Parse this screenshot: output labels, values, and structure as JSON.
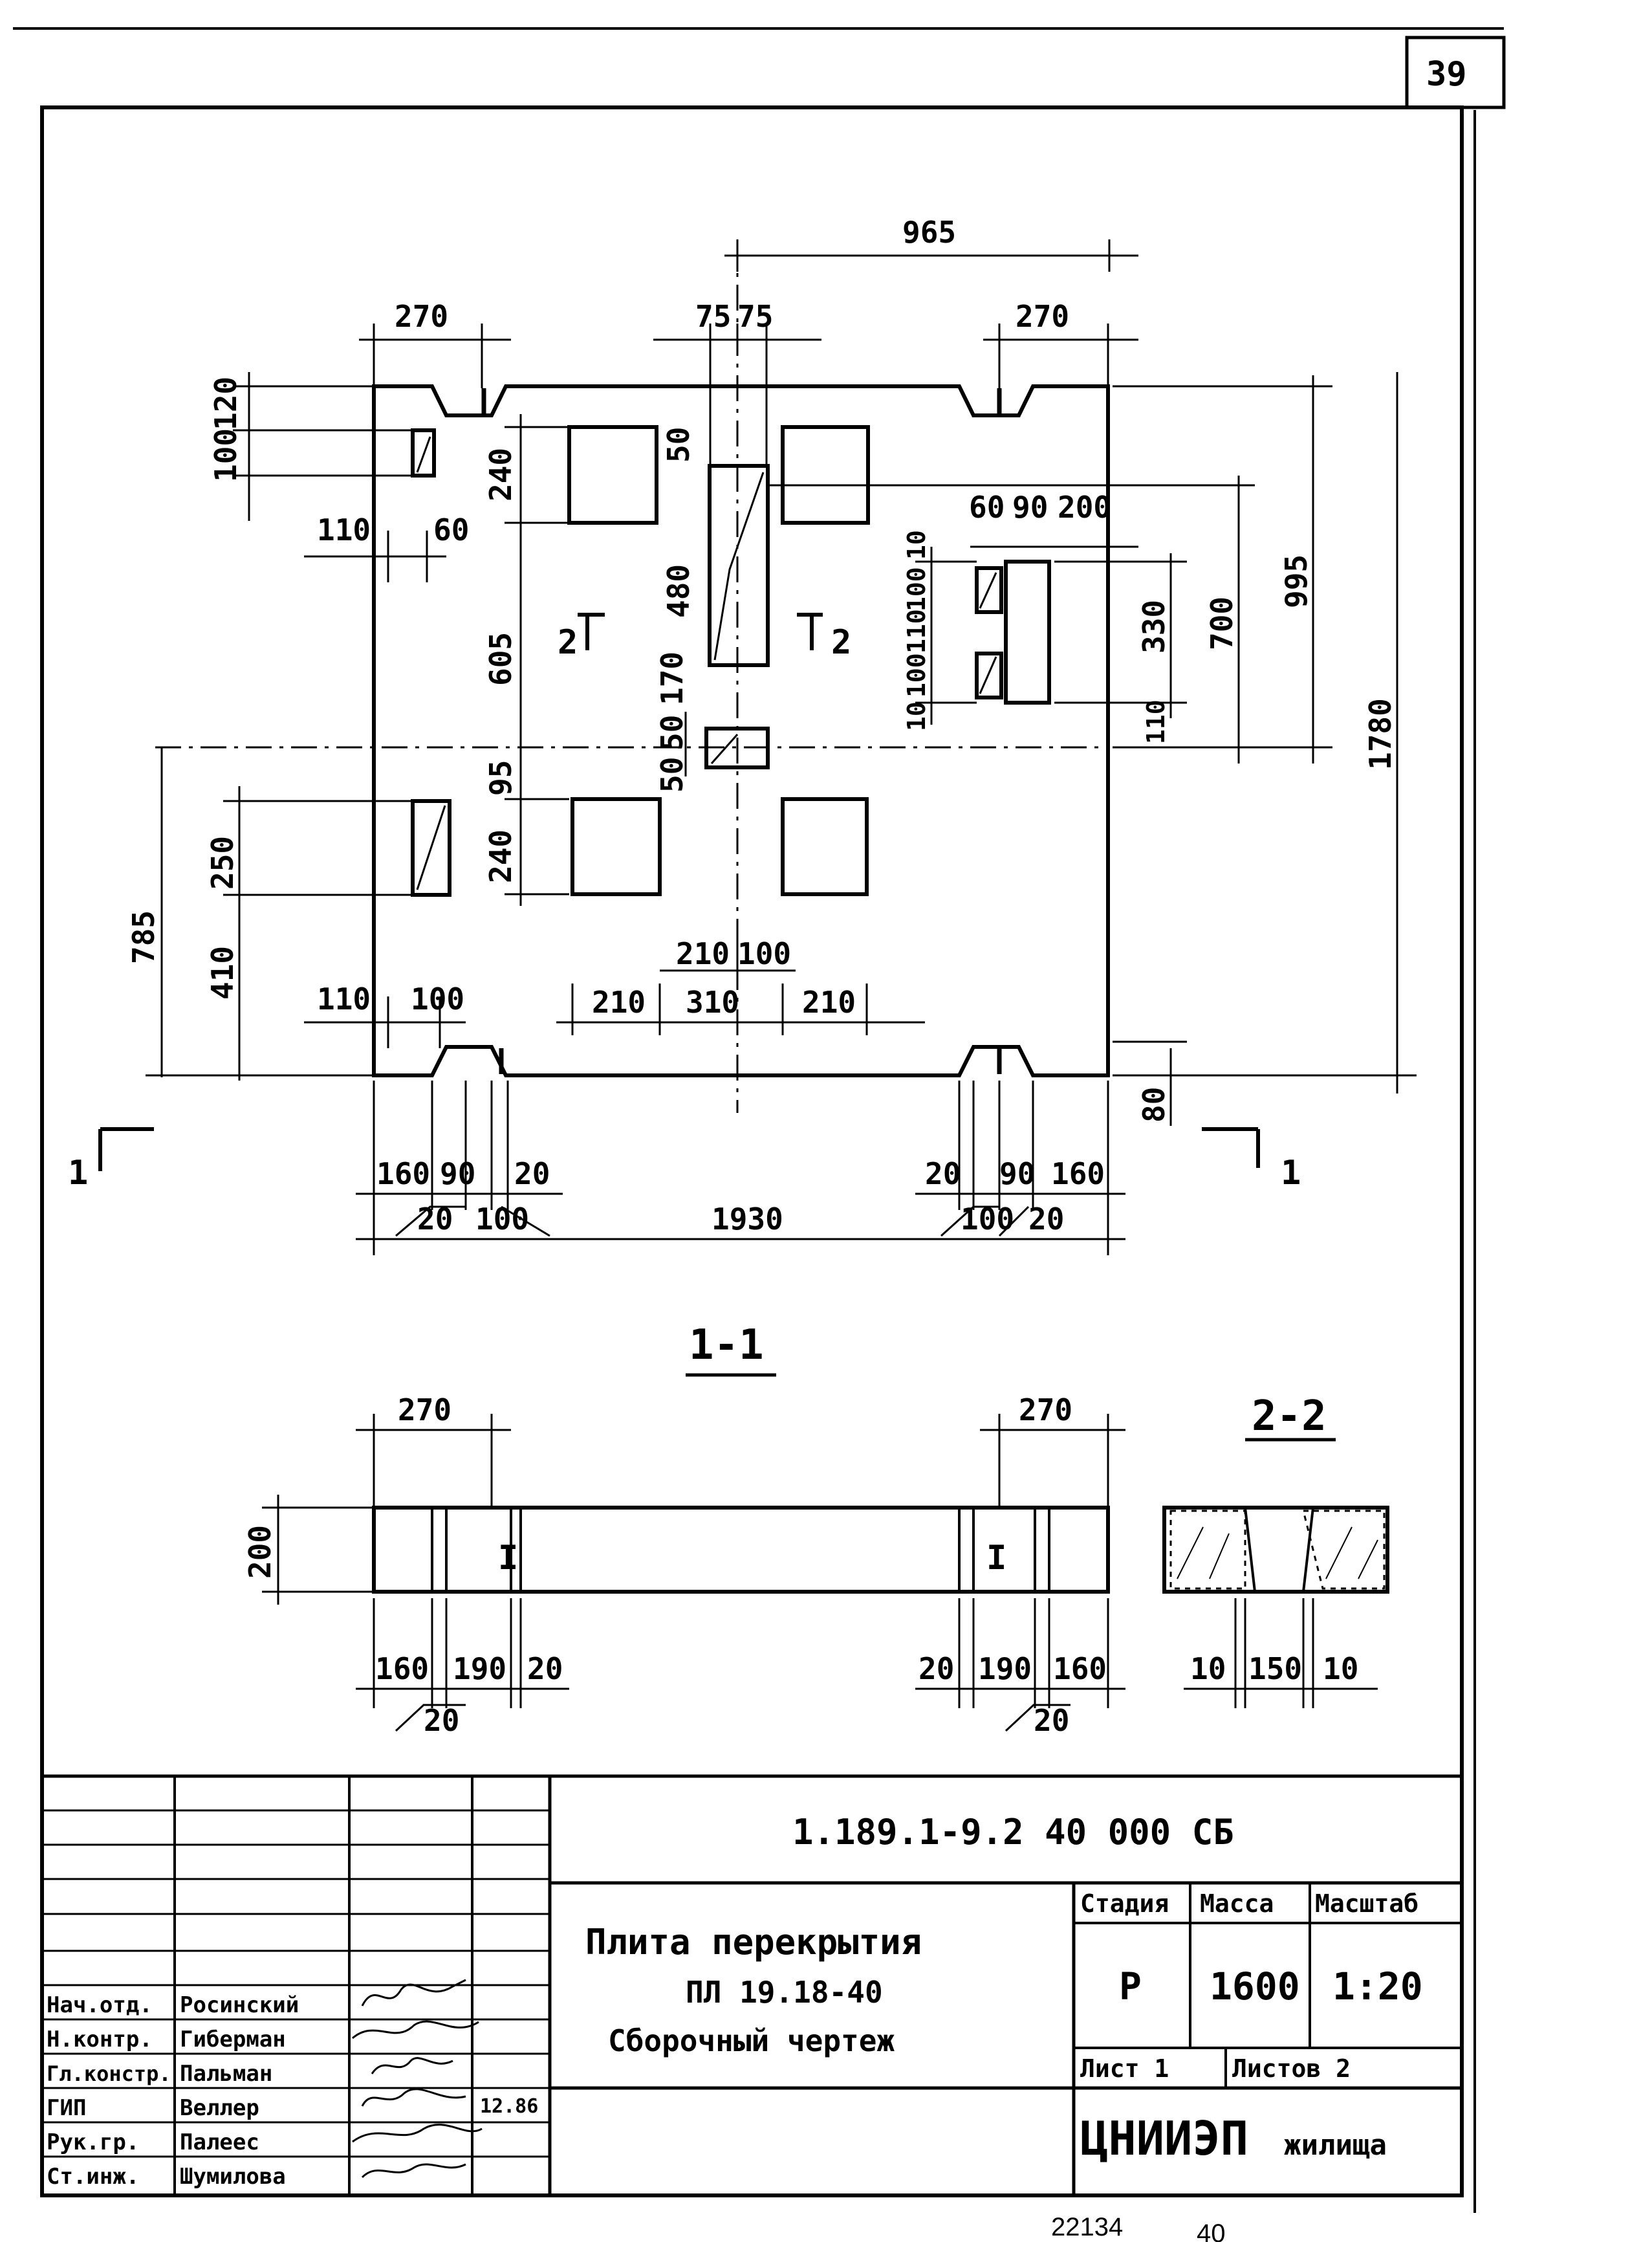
{
  "page": {
    "number": "39",
    "footer_code": "22134",
    "footer_page": "40"
  },
  "plan": {
    "top": [
      "965",
      "270",
      "75",
      "75",
      "270"
    ],
    "left": [
      "100",
      "120",
      "240",
      "605",
      "95",
      "240",
      "250",
      "410",
      "785"
    ],
    "right": [
      "995",
      "1780",
      "700",
      "330",
      "80"
    ],
    "openings": [
      "110",
      "60",
      "110",
      "100",
      "50",
      "480",
      "170",
      "50",
      "50"
    ],
    "side_col": [
      "10",
      "100",
      "110",
      "100",
      "10",
      "110"
    ],
    "side_top": [
      "60",
      "90",
      "200"
    ],
    "inner": [
      "210",
      "100",
      "210",
      "310",
      "210"
    ],
    "bottom": [
      "160",
      "90",
      "20",
      "20",
      "100",
      "20",
      "90",
      "160",
      "100",
      "20",
      "1930"
    ],
    "section_marks": [
      "2",
      "2",
      "1",
      "1"
    ]
  },
  "section_1_1": {
    "title": "1-1",
    "dims": [
      "270",
      "270",
      "200",
      "160",
      "190",
      "20",
      "20",
      "190",
      "160",
      "20",
      "20"
    ],
    "marks": [
      "I",
      "I"
    ]
  },
  "section_2_2": {
    "title": "2-2",
    "dims": [
      "10",
      "150",
      "10"
    ]
  },
  "title_block": {
    "doc_code": "1.189.1-9.2 40 000 СБ",
    "title_lines": [
      "Плита перекрытия",
      "ПЛ 19.18-40",
      "Сборочный чертеж"
    ],
    "stage_header": "Стадия",
    "mass_header": "Масса",
    "scale_header": "Масштаб",
    "stage": "Р",
    "mass": "1600",
    "scale": "1:20",
    "sheet": "Лист 1",
    "sheets": "Листов 2",
    "org": "ЦНИИЭП",
    "org_suffix": "жилища",
    "date": "12.86",
    "staff": [
      {
        "role": "Нач.отд.",
        "name": "Росинский"
      },
      {
        "role": "Н.контр.",
        "name": "Гиберман"
      },
      {
        "role": "Гл.констр.",
        "name": "Пальман"
      },
      {
        "role": "ГИП",
        "name": "Веллер"
      },
      {
        "role": "Рук.гр.",
        "name": "Палеес"
      },
      {
        "role": "Ст.инж.",
        "name": "Шумилова"
      }
    ]
  }
}
